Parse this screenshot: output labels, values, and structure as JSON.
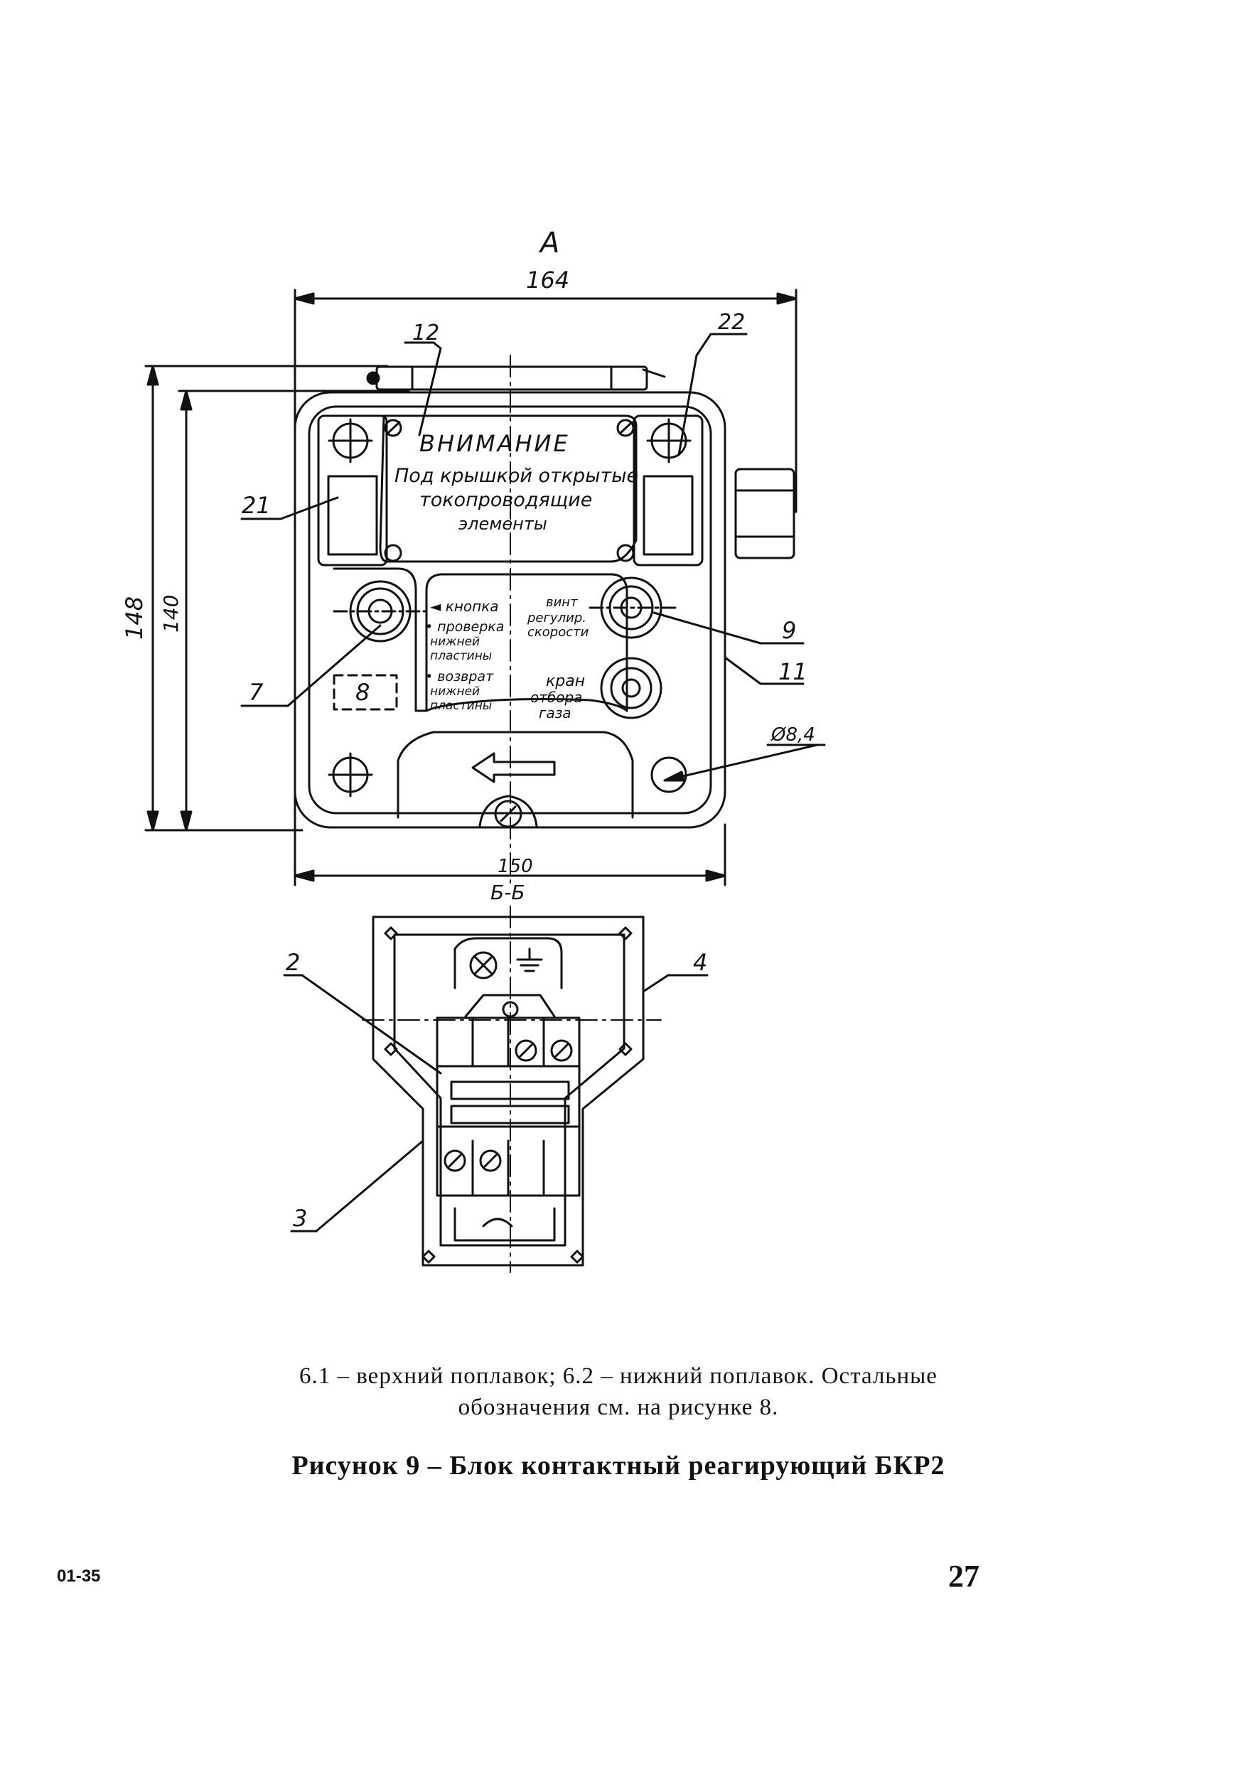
{
  "view": {
    "view_letter": "А",
    "section_label": "Б-Б"
  },
  "dimensions": {
    "top_width": "164",
    "bottom_width": "150",
    "outer_height": "148",
    "inner_height": "140",
    "hole_diameter": "Ø8,4"
  },
  "callouts": [
    "12",
    "22",
    "21",
    "9",
    "11",
    "7",
    "8",
    "2",
    "4",
    "3"
  ],
  "plate": {
    "warning_title": "ВНИМАНИЕ",
    "warning_lines": [
      "Под крышкой открытые",
      "токопроводящие",
      "элементы"
    ],
    "button_label": "◄ кнопка",
    "button_functions": [
      "• проверка",
      "нижней",
      "пластины",
      "• возврат",
      "нижней",
      "пластины"
    ],
    "screw_label": [
      "винт",
      "регулир.",
      "скорости"
    ],
    "valve_label": [
      "кран",
      "отбора",
      "газа"
    ]
  },
  "caption": {
    "legend_line1": "6.1 – верхний поплавок; 6.2 – нижний поплавок. Остальные",
    "legend_line2": "обозначения см. на рисунке 8.",
    "title": "Рисунок 9 – Блок контактный реагирующий БКР2"
  },
  "footer": {
    "doc_code": "01-35",
    "page_number": "27"
  }
}
